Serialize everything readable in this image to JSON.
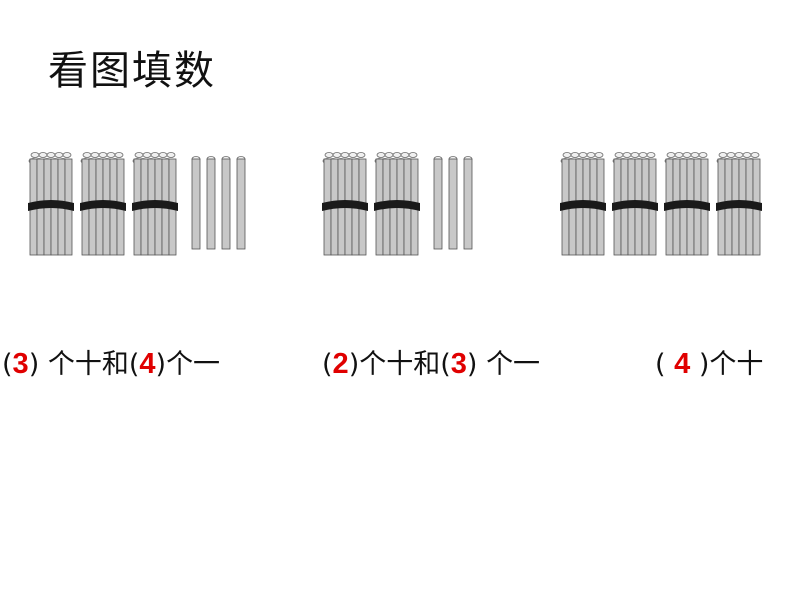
{
  "title": "看图填数",
  "groups": [
    {
      "bundles": 3,
      "singles": 4
    },
    {
      "bundles": 2,
      "singles": 3
    },
    {
      "bundles": 4,
      "singles": 0
    }
  ],
  "sentences": [
    {
      "open1": "(",
      "answer1": "3",
      "close1": ")",
      "mid": "个十和",
      "open2": "(",
      "answer2": "4",
      "close2": ")",
      "tail": "个一"
    },
    {
      "open1": "(",
      "answer1": "2",
      "close1": ")",
      "mid": "个十和",
      "open2": "(",
      "answer2": "3",
      "close2": ")",
      "tail": "个一"
    },
    {
      "open1": "(",
      "answer1": "4",
      "close1": ")",
      "mid": "个十",
      "open2": "",
      "answer2": "",
      "close2": "",
      "tail": ""
    }
  ],
  "colors": {
    "answer": "#e00000",
    "stick": "#c8c8c8",
    "band": "#1a1a1a"
  }
}
